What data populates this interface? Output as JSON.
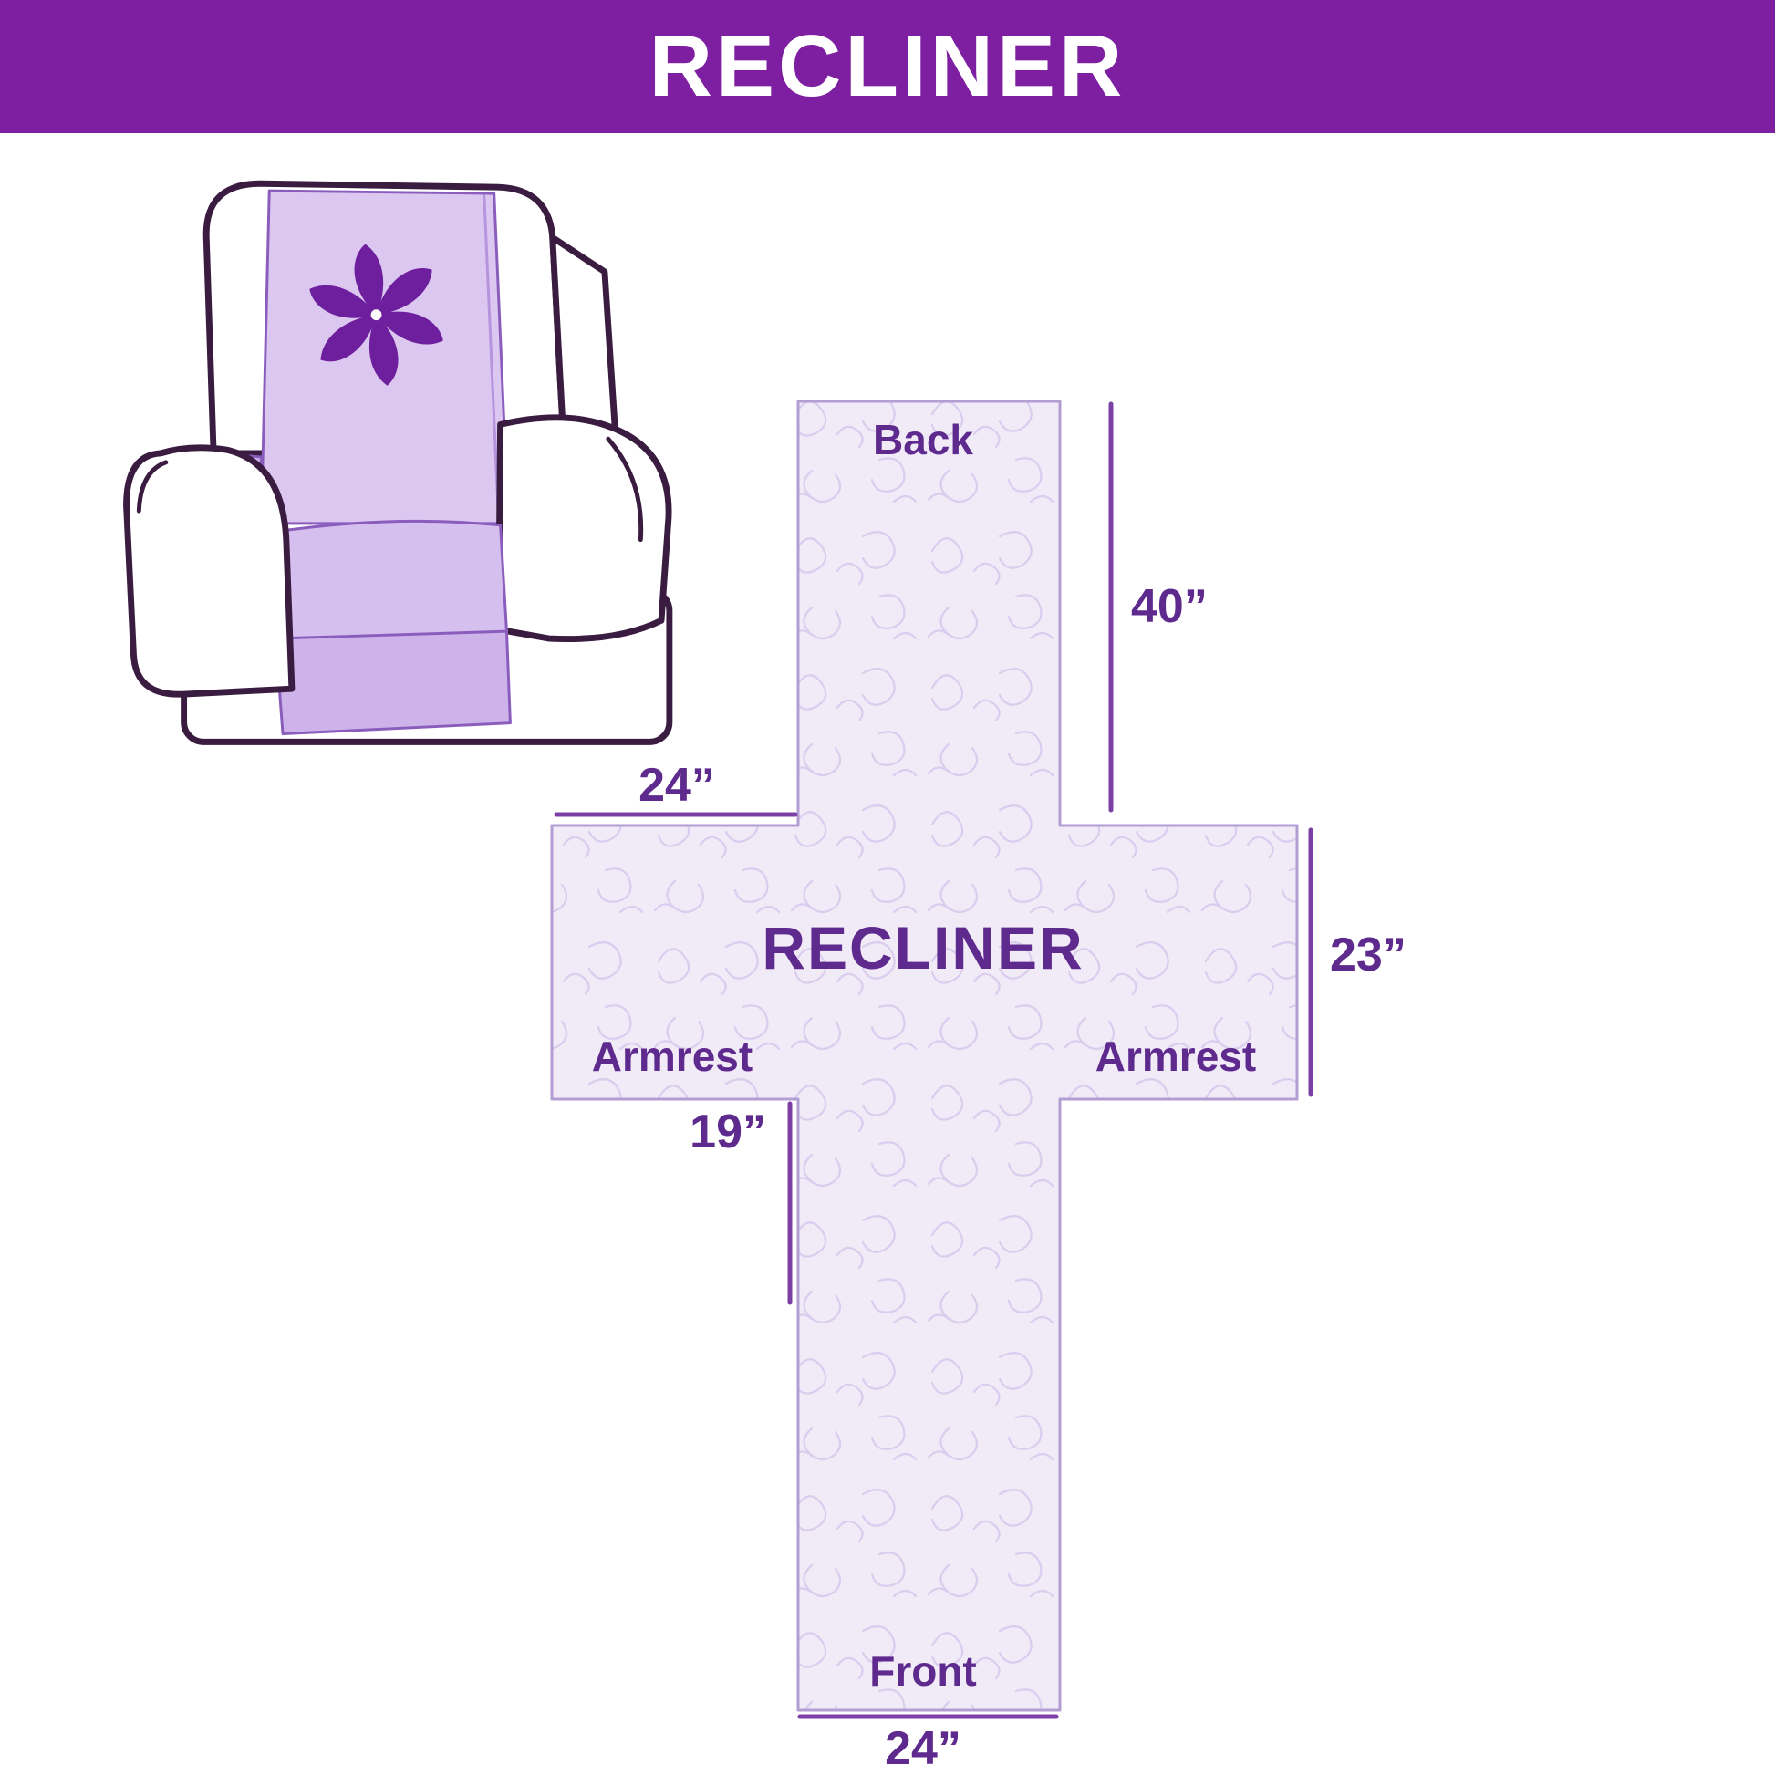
{
  "banner": {
    "title": "RECLINER"
  },
  "diagram": {
    "center_label": "RECLINER",
    "back_label": "Back",
    "front_label": "Front",
    "armrest_left_label": "Armrest",
    "armrest_right_label": "Armrest",
    "dims": {
      "back_height": "40”",
      "back_width": "24”",
      "side_height": "23”",
      "front_flap_height": "19”",
      "front_width": "24”"
    }
  },
  "illustration": {
    "subject": "recliner armchair with quilted lavender cover",
    "logo_icon": "pinwheel-icon"
  },
  "colors": {
    "banner_bg": "#7e1fa2",
    "label_text": "#5f2a8e",
    "cover_lavender": "#d9c4ef",
    "cover_dark_lavender": "#cdb3ea",
    "pinwheel_purple": "#6d1f9e",
    "cross_fill": "#f1ebf8",
    "measure_line": "#7b3fa5",
    "outline_dark": "#3a1c40"
  }
}
